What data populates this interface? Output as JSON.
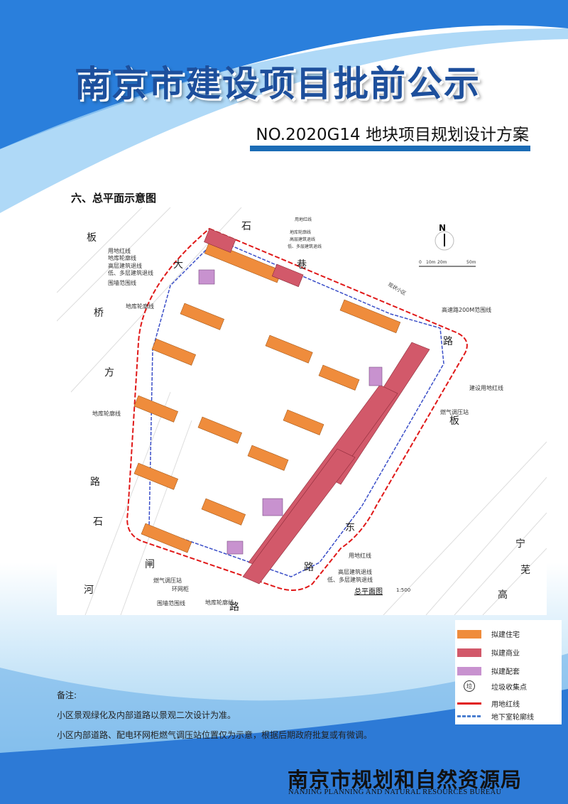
{
  "header": {
    "title": "南京市建设项目批前公示",
    "subtitle": "NO.2020G14 地块项目规划设计方案"
  },
  "section_title": "六、总平面示意图",
  "map": {
    "roads": [
      "板",
      "大",
      "桥",
      "方",
      "路",
      "石",
      "闸",
      "河",
      "石",
      "巷",
      "路",
      "板",
      "东",
      "路",
      "路",
      "宁",
      "芜",
      "高"
    ],
    "annotations": [
      "用地红线",
      "地库轮廓线",
      "高层建筑退线",
      "低、多层建筑退线",
      "围墙范围线",
      "地库轮廓线",
      "地库轮廓线",
      "用地红线",
      "地库轮廓线",
      "高层建筑退线",
      "低、多层建筑退线",
      "现状小区",
      "高速路200M范围线",
      "建设用地红线",
      "燃气调压站",
      "用地红线",
      "高层建筑退线",
      "低、多层建筑退线",
      "燃气调压站",
      "环网柜",
      "围墙范围线",
      "地库轮廓线"
    ],
    "north": "N",
    "scale_ticks": [
      "0",
      "10m",
      "20m",
      "50m"
    ],
    "plan_title": "总平面图",
    "plan_scale": "1:500"
  },
  "legend": [
    {
      "label": "拟建住宅",
      "color": "#ef8c3c"
    },
    {
      "label": "拟建商业",
      "color": "#d2596a"
    },
    {
      "label": "拟建配套",
      "color": "#c892cf"
    },
    {
      "label": "垃圾收集点",
      "icon": "垃"
    },
    {
      "label": "用地红线",
      "color": "#e01818"
    },
    {
      "label": "地下室轮廓线",
      "color": "#4a7fd0"
    }
  ],
  "notes": {
    "heading": "备注:",
    "lines": [
      "小区景观绿化及内部道路以景观二次设计为准。",
      "小区内部道路、配电环网柜燃气调压站位置仅为示意，根据后期政府批复或有微调。"
    ]
  },
  "footer": {
    "cn": "南京市规划和自然资源局",
    "en": "NANJING PLANNING AND NATURAL RESOURCES BUREAU"
  }
}
